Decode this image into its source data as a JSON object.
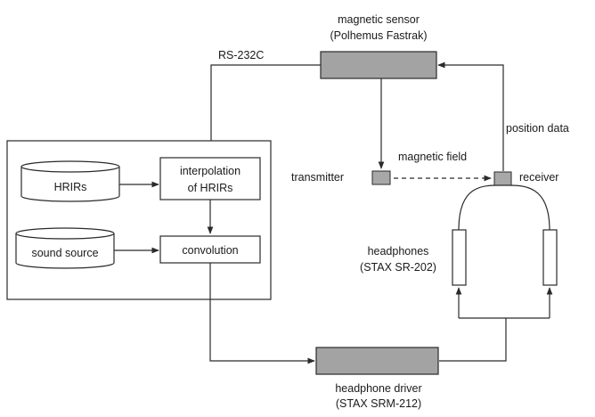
{
  "labels": {
    "magnetic_sensor_line1": "magnetic sensor",
    "magnetic_sensor_line2": "(Polhemus Fastrak)",
    "rs232c": "RS-232C",
    "position_data": "position data",
    "magnetic_field": "magnetic field",
    "transmitter": "transmitter",
    "receiver": "receiver",
    "hrirs": "HRIRs",
    "interpolation_line1": "interpolation",
    "interpolation_line2": "of HRIRs",
    "sound_source": "sound source",
    "convolution": "convolution",
    "headphones_line1": "headphones",
    "headphones_line2": "(STAX SR-202)",
    "headphone_driver_line1": "headphone driver",
    "headphone_driver_line2": "(STAX SRM-212)"
  }
}
